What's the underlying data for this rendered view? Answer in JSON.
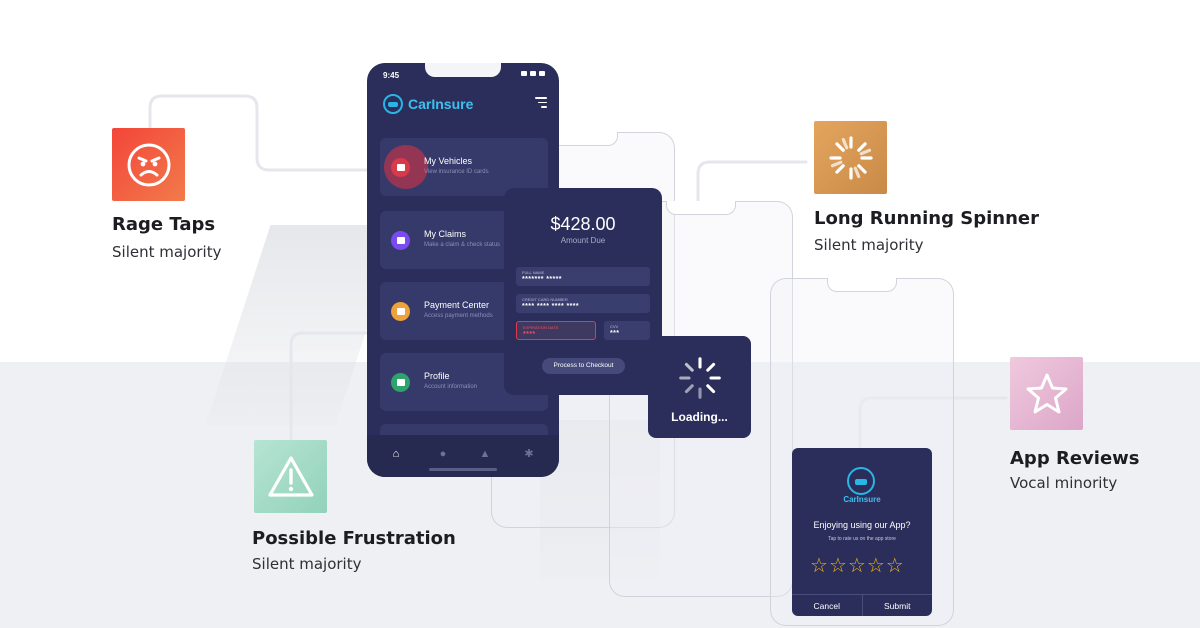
{
  "features": {
    "rage_taps": {
      "title": "Rage Taps",
      "subtitle": "Silent majority",
      "color": "#ef4a3e"
    },
    "spinner": {
      "title": "Long Running Spinner",
      "subtitle": "Silent majority",
      "color": "#d89a55"
    },
    "frustration": {
      "title": "Possible Frustration",
      "subtitle": "Silent majority",
      "color": "#a6dcc9"
    },
    "reviews": {
      "title": "App Reviews",
      "subtitle": "Vocal minority",
      "color": "#e6b8d4"
    }
  },
  "phone": {
    "time": "9:45",
    "brand": "CarInsure",
    "menu": [
      {
        "label": "My Vehicles",
        "desc": "View insurance ID cards",
        "color": "#d83a4a",
        "icon": "car-icon"
      },
      {
        "label": "My Claims",
        "desc": "Make a claim & check status",
        "color": "#7a4cf0",
        "icon": "folder-icon"
      },
      {
        "label": "Payment Center",
        "desc": "Access payment methods",
        "color": "#f0a23a",
        "icon": "wallet-icon"
      },
      {
        "label": "Profile",
        "desc": "Account information",
        "color": "#2ea36d",
        "icon": "gear-icon"
      }
    ],
    "tabs": [
      "home-icon",
      "compass-icon",
      "bell-icon",
      "settings-icon"
    ]
  },
  "checkout": {
    "amount": "$428.00",
    "amount_label": "Amount Due",
    "full_name_label": "FULL NAME",
    "full_name": "******* *****",
    "card_label": "CREDIT CARD NUMBER",
    "card": "**** **** **** ****",
    "expiry_label": "EXPIRATION DATE",
    "expiry": "****",
    "cvv_label": "CVV",
    "cvv": "***",
    "button": "Process to Checkout"
  },
  "loading": {
    "text": "Loading..."
  },
  "rating": {
    "brand": "CarInsure",
    "question": "Enjoying using our App?",
    "subtext": "Tap to rate us on the app store",
    "stars": [
      "☆",
      "☆",
      "☆",
      "☆",
      "☆"
    ],
    "cancel": "Cancel",
    "submit": "Submit"
  }
}
